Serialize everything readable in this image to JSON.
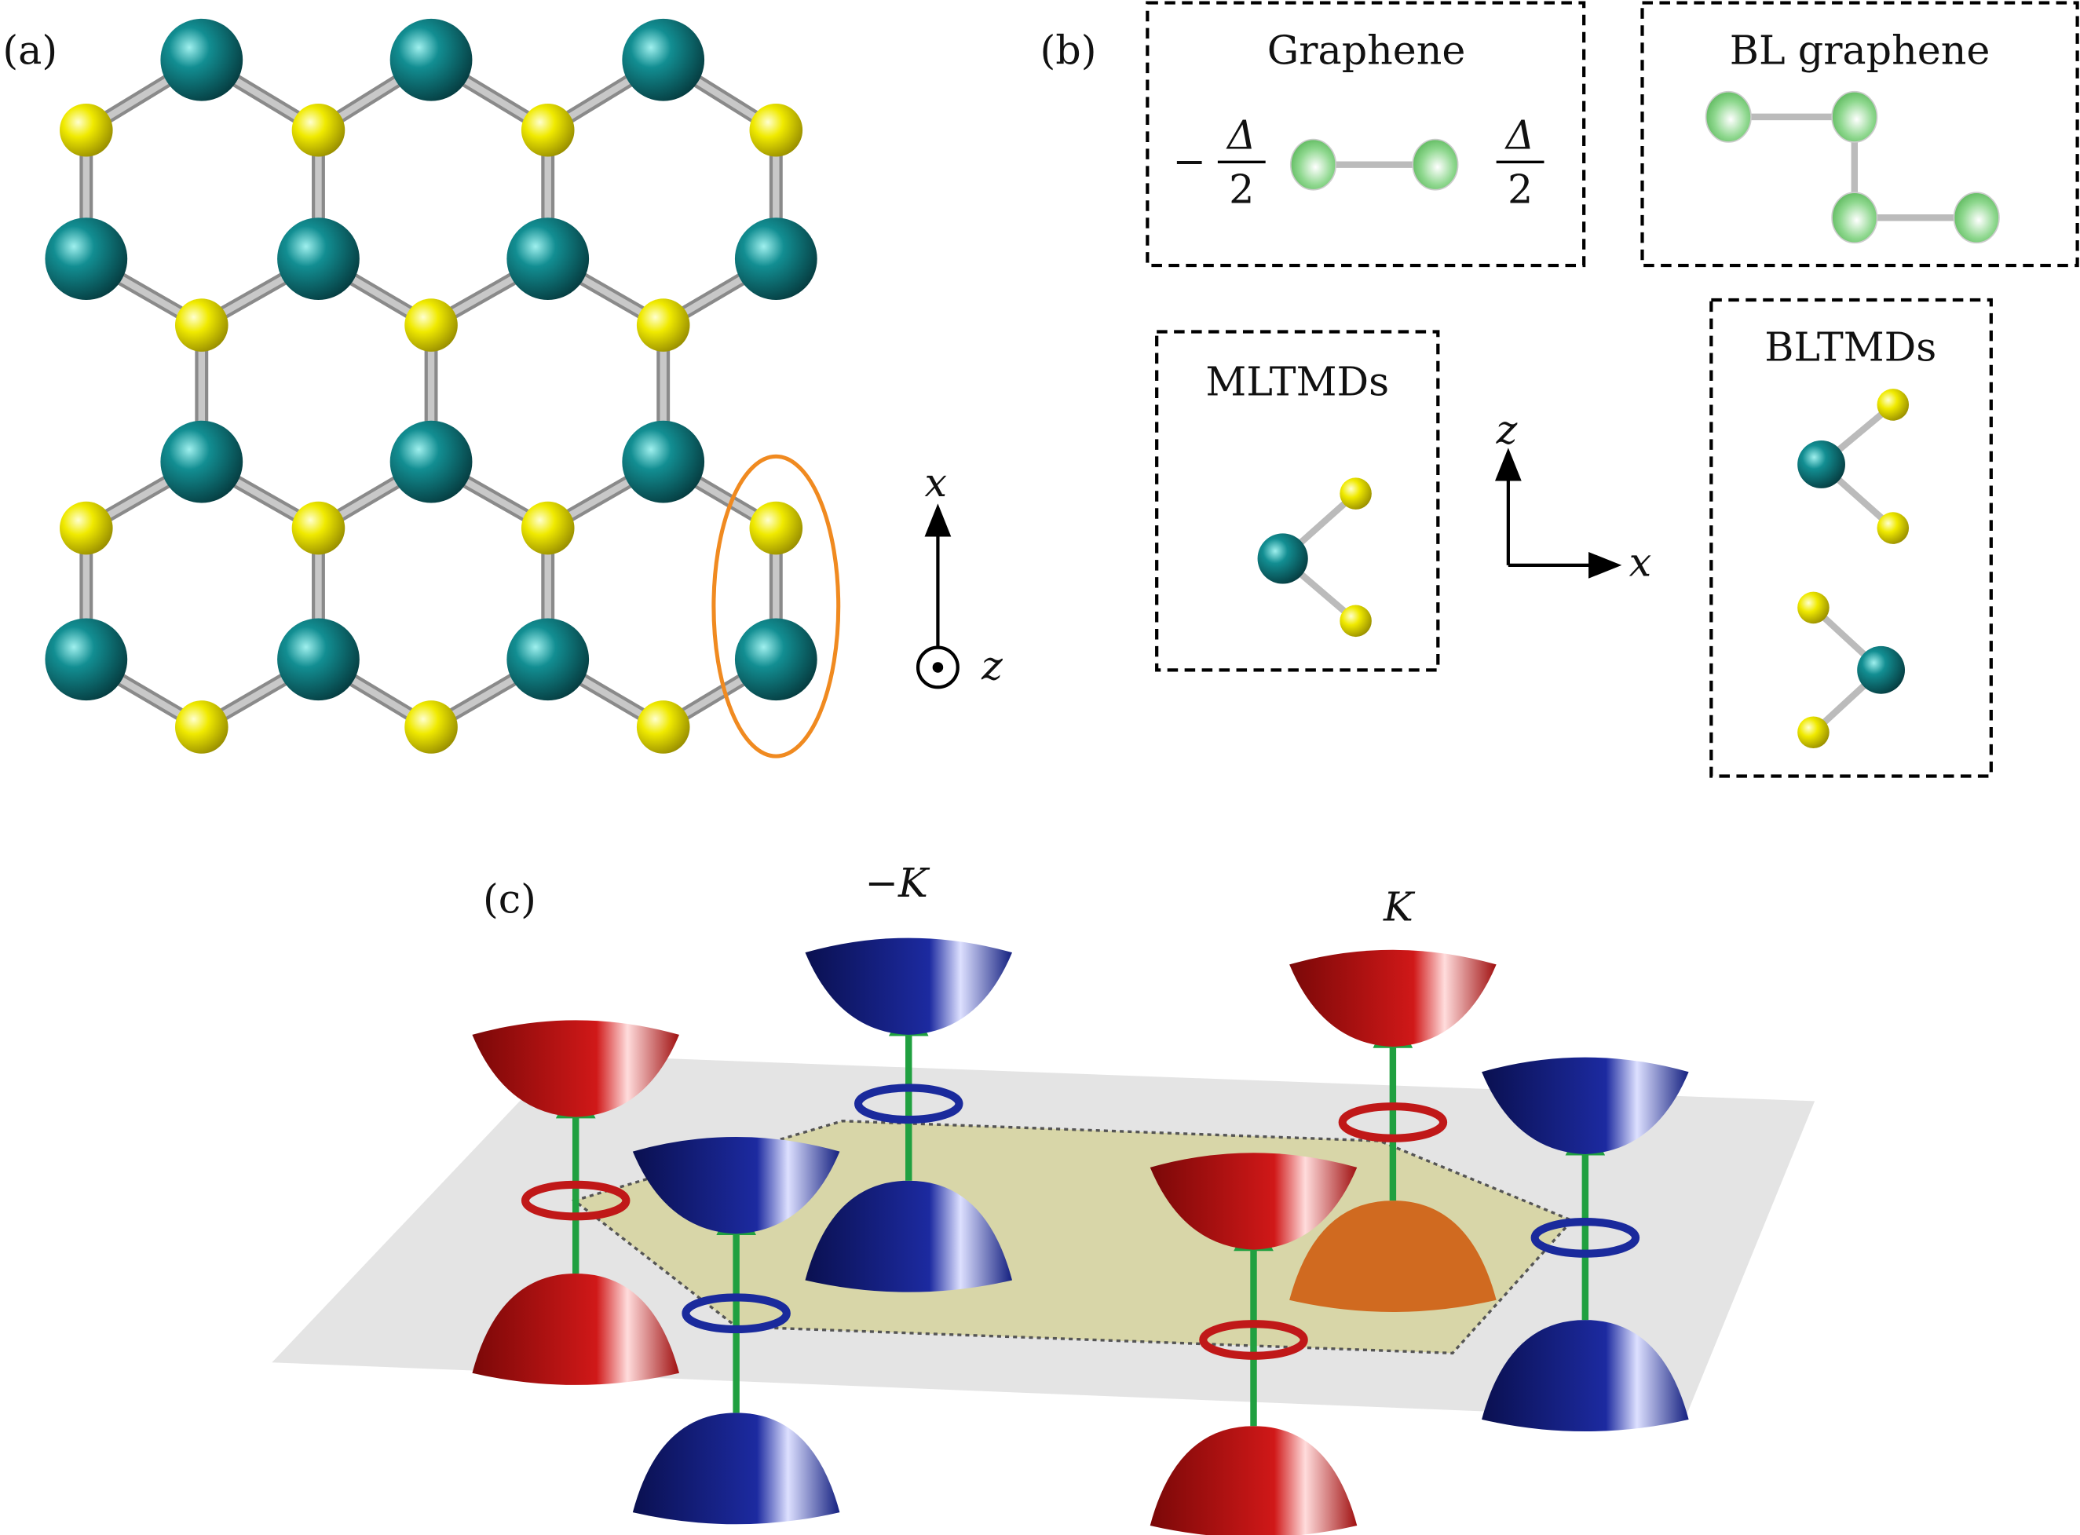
{
  "panels": {
    "a": {
      "label": "(a)",
      "axis_x": "x",
      "axis_z": "z"
    },
    "b": {
      "label": "(b)",
      "graphene": {
        "title": "Graphene",
        "left_minus": "−",
        "delta": "Δ",
        "two": "2"
      },
      "bl_graphene": {
        "title": "BL graphene"
      },
      "mltmds": {
        "title": "MLTMDs"
      },
      "bltmds": {
        "title": "BLTMDs"
      },
      "axis_z": "z",
      "axis_x": "x"
    },
    "c": {
      "label": "(c)",
      "valley_minus_k": "−K",
      "valley_k": "K"
    }
  },
  "colors": {
    "teal": "#0f8a8e",
    "yellow": "#e6e000",
    "green": "#7fd07f",
    "red": "#b01010",
    "blue": "#1a2a8c",
    "orange": "#f08a20",
    "arrow": "#20a040"
  }
}
